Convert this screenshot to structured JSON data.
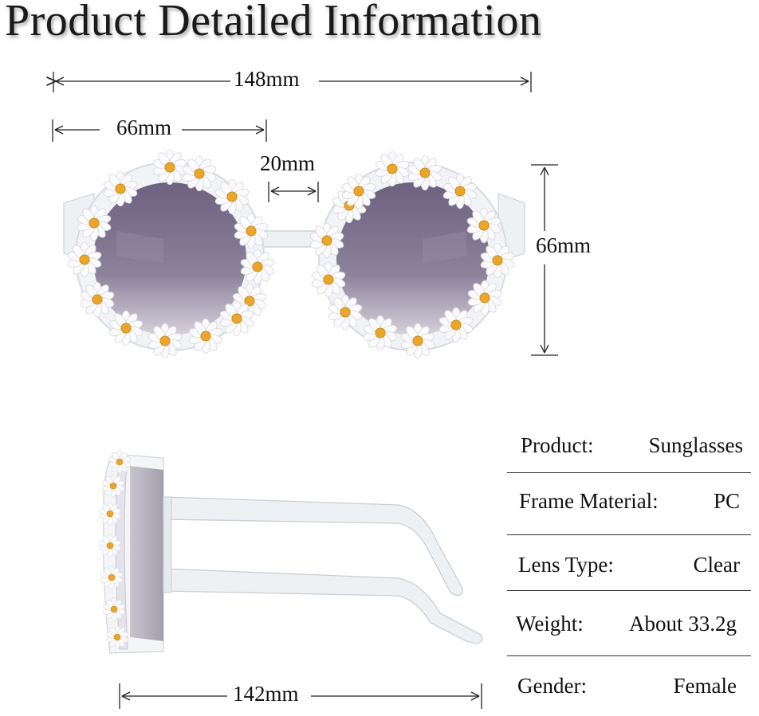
{
  "title": "Product Detailed Information",
  "dimensions": {
    "total_width": "148mm",
    "lens_width": "66mm",
    "bridge": "20mm",
    "lens_height": "66mm",
    "temple_length": "142mm"
  },
  "specs": [
    {
      "label": "Product:",
      "value": "Sunglasses"
    },
    {
      "label": "Frame Material:",
      "value": "PC"
    },
    {
      "label": "Lens Type:",
      "value": "Clear"
    },
    {
      "label": "Weight:",
      "value": "About 33.2g"
    },
    {
      "label": "Gender:",
      "value": "Female"
    }
  ],
  "colors": {
    "lens": "#7a6e8a",
    "frame": "#e8ecef",
    "petal": "#ffffff",
    "flower_center": "#e8a526"
  }
}
